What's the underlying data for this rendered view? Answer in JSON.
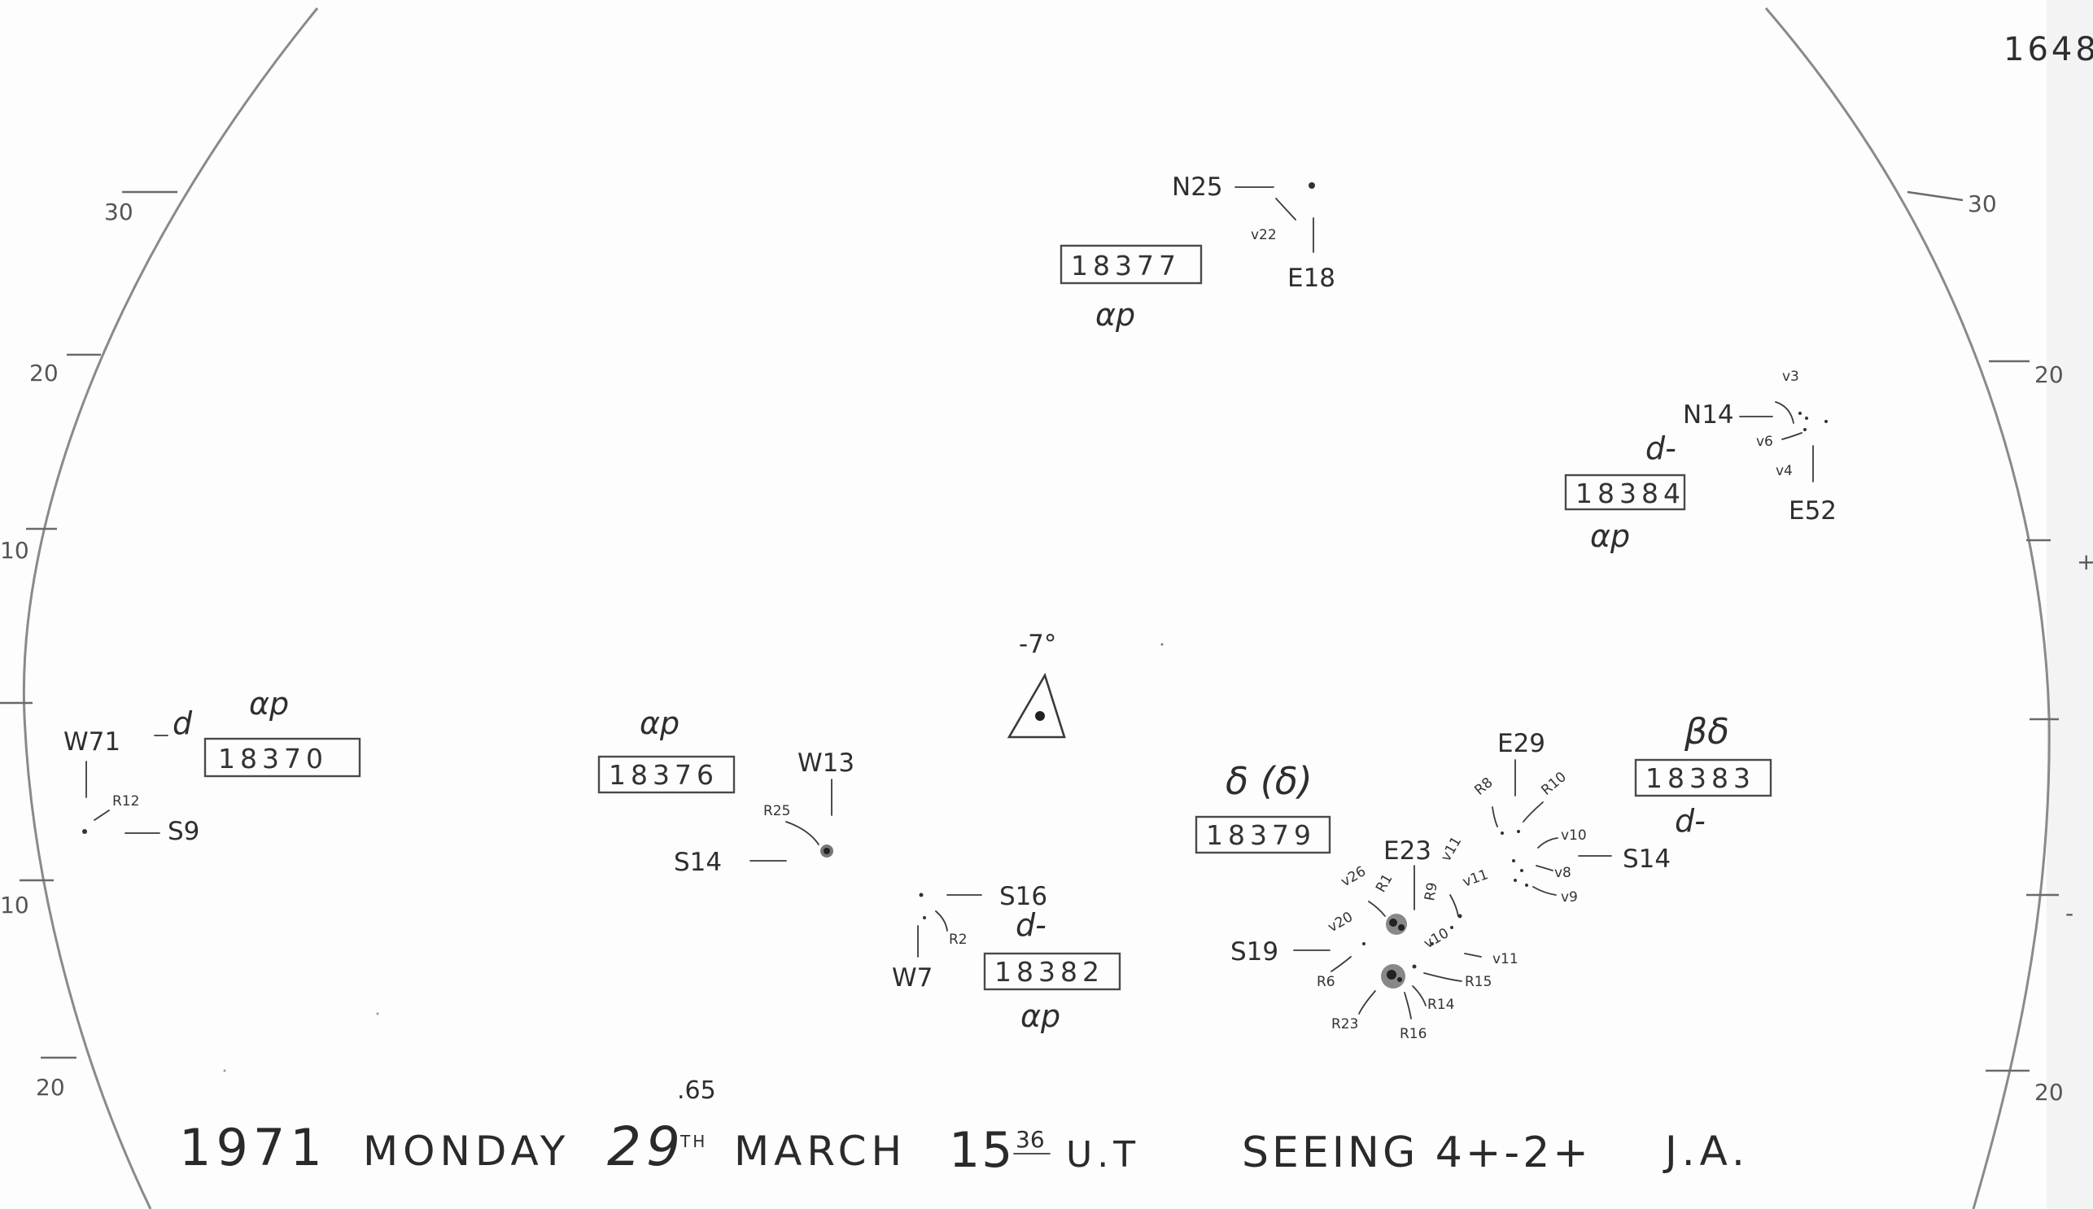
{
  "sheet_number": "1648",
  "scale_left": [
    "30",
    "20",
    "10",
    "10",
    "20"
  ],
  "scale_right": [
    "30",
    "20",
    "+",
    "-",
    "20"
  ],
  "center_marker": {
    "angle": "-7°"
  },
  "groups": [
    {
      "number": "18377",
      "class": "αp"
    },
    {
      "number": "18384",
      "class": "αp",
      "flag": "d-"
    },
    {
      "number": "18370",
      "class": "αp",
      "flag": "d"
    },
    {
      "number": "18376",
      "class": "αp"
    },
    {
      "number": "18382",
      "class": "αp",
      "flag": "d-"
    },
    {
      "number": "18379",
      "class": "δ (δ)"
    },
    {
      "number": "18383",
      "class": "βδ",
      "flag": "d-"
    }
  ],
  "coords": {
    "n25": "N25",
    "v22": "v22",
    "e18": "E18",
    "n14": "N14",
    "v3": "v3",
    "v6": "v6",
    "v4": "v4",
    "e52": "E52",
    "w71": "W71",
    "r12": "R12",
    "s9": "S9",
    "w13": "W13",
    "r25": "R25",
    "s14a": "S14",
    "s16": "S16",
    "r2": "R2",
    "w7": "W7",
    "e29": "E29",
    "r8": "R8",
    "r10": "R10",
    "v10a": "v10",
    "v8": "v8",
    "v9": "v9",
    "s14b": "S14",
    "e23": "E23",
    "v11a": "v11",
    "v11b": "v11",
    "v26": "v26",
    "r1": "R1",
    "r9": "R9",
    "v20": "v20",
    "s19": "S19",
    "r6": "R6",
    "v10b": "v10",
    "v11c": "v11",
    "r15": "R15",
    "r14": "R14",
    "r23": "R23",
    "r16": "R16"
  },
  "footer": {
    "year": "1971",
    "weekday": "MONDAY",
    "day": "29",
    "day_suffix": "TH",
    "month": "MARCH",
    "time_correction": ".65",
    "time_hour": "15",
    "time_minute": "36",
    "time_unit": "U.T",
    "seeing": "SEEING 4+-2+",
    "initials": "J.A."
  }
}
